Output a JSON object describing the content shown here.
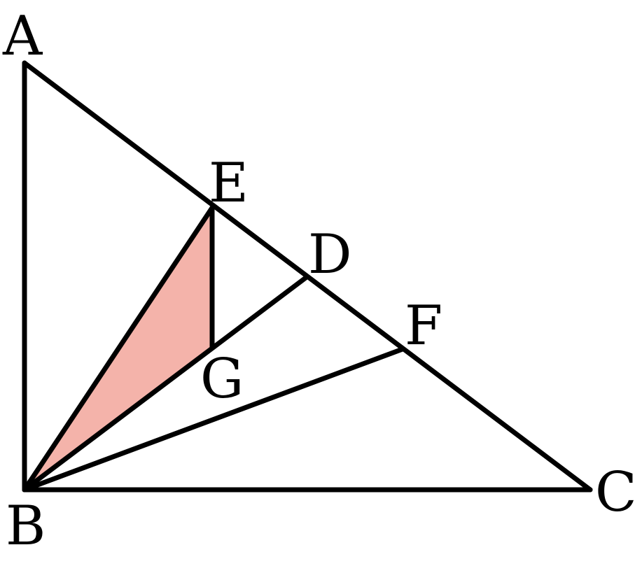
{
  "diagram": {
    "vertices": {
      "A": "A",
      "B": "B",
      "C": "C",
      "D": "D",
      "E": "E",
      "F": "F",
      "G": "G"
    },
    "segments": [
      "AB",
      "BC",
      "AC",
      "BE",
      "BD",
      "BF",
      "EG"
    ],
    "shaded_region": "BEG",
    "colors": {
      "shade": "#f4b3aa",
      "stroke": "#000000",
      "background": "#ffffff"
    }
  }
}
